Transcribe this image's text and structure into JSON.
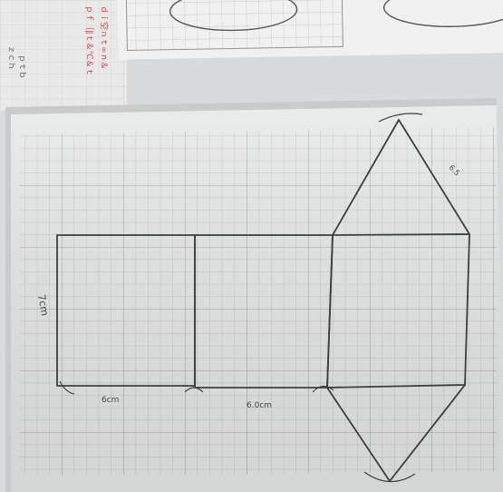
{
  "photo": {
    "subject": "graph paper",
    "colors": {
      "desk": "#d9dadb",
      "paper": "#e7e8e8",
      "paper_shadow": "#c9cbcc",
      "grid_minor": "#b7bbbe",
      "grid_major": "#9fa4a8",
      "pencil": "#3d3f42",
      "red_ink": "#e0404c"
    },
    "annotations": {
      "height_label": "7cm",
      "bottom_left_label": "6cm",
      "bottom_middle_label": "6.0cm",
      "slant_label": "6.5"
    },
    "margin_note": {
      "red_lines": [
        "ｄｉ空ｎｔ∞ｎ＆",
        "ｐｆ｛∥ｔ＆℃＆ｔ"
      ],
      "pencil_lines": [
        "ｚｃｈ",
        "ｐｔｂ"
      ]
    }
  }
}
